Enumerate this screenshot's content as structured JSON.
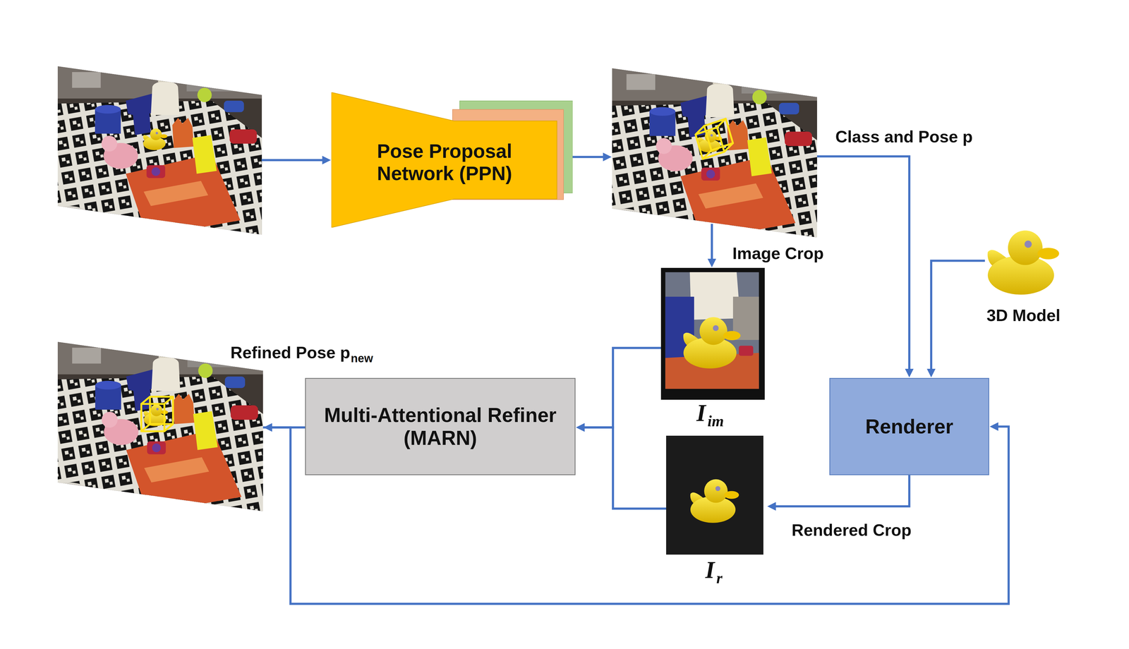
{
  "diagram": {
    "nodes": [
      {
        "text": []
      },
      {
        "text": [
          "Pose Proposal Network (PPN)"
        ]
      },
      {
        "text": []
      },
      {
        "text": [
          "3D Model"
        ]
      },
      {
        "text": [
          "Refined Pose p"
        ]
      },
      {
        "text": [
          "Multi-Attentional Refiner (MARN)"
        ]
      },
      {
        "text": [
          "I"
        ]
      },
      {
        "text": [
          "Renderer"
        ]
      },
      {
        "text": [
          "I"
        ]
      }
    ],
    "edges": [
      {
        "from": 0,
        "to": 1,
        "arrow": "to"
      },
      {
        "from": 1,
        "to": 2,
        "arrow": "to"
      },
      {
        "from": 2,
        "to": 7,
        "label": "Class and Pose p",
        "arrow": "to"
      },
      {
        "from": 2,
        "to": 6,
        "label": "Image Crop",
        "arrow": "to"
      },
      {
        "from": 3,
        "to": 7,
        "arrow": "to"
      },
      {
        "from": 7,
        "to": 8,
        "label": "Rendered Crop",
        "arrow": "to"
      },
      {
        "from": 6,
        "to": 5,
        "arrow": "to"
      },
      {
        "from": 8,
        "to": 5,
        "arrow": "to"
      },
      {
        "from": 5,
        "to": 4,
        "arrow": "to"
      },
      {
        "from": 4,
        "to": 7,
        "arrow": "to"
      }
    ],
    "labels": [
      "new",
      "im",
      "r"
    ]
  }
}
